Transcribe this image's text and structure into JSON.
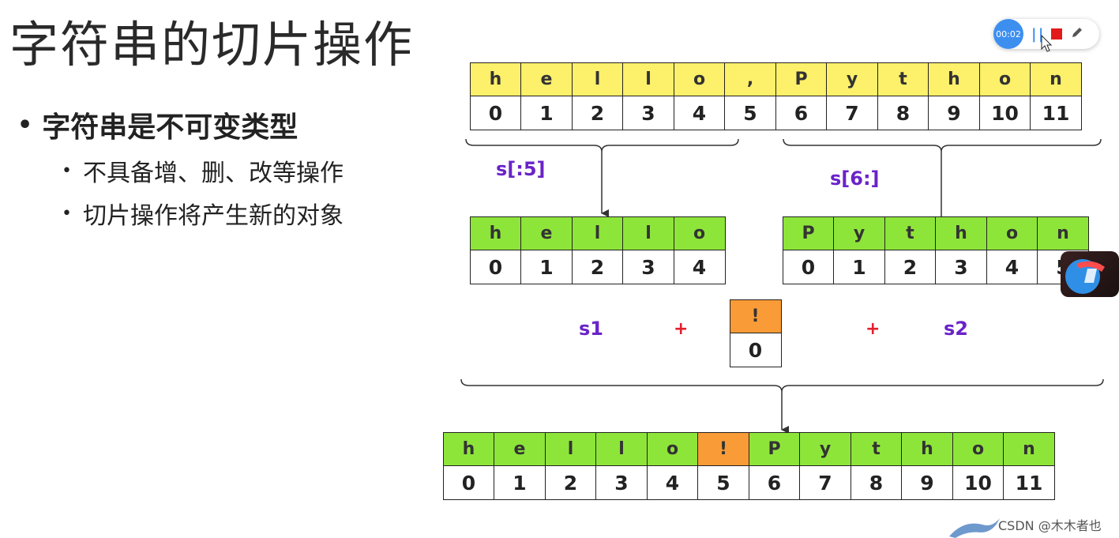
{
  "title": "字符串的切片操作",
  "bullets": {
    "main": "字符串是不可变类型",
    "sub": [
      "不具备增、删、改等操作",
      "切片操作将产生新的对象"
    ]
  },
  "diagram": {
    "top": {
      "chars": [
        "h",
        "e",
        "l",
        "l",
        "o",
        ",",
        "P",
        "y",
        "t",
        "h",
        "o",
        "n"
      ],
      "indices": [
        "0",
        "1",
        "2",
        "3",
        "4",
        "5",
        "6",
        "7",
        "8",
        "9",
        "10",
        "11"
      ]
    },
    "slice_left_label": "s[:5]",
    "slice_right_label": "s[6:]",
    "left": {
      "chars": [
        "h",
        "e",
        "l",
        "l",
        "o"
      ],
      "indices": [
        "0",
        "1",
        "2",
        "3",
        "4"
      ]
    },
    "right": {
      "chars": [
        "P",
        "y",
        "t",
        "h",
        "o",
        "n"
      ],
      "indices": [
        "0",
        "1",
        "2",
        "3",
        "4",
        "5"
      ]
    },
    "s1_label": "s1",
    "plus1": "+",
    "bang": {
      "char": "!",
      "index": "0"
    },
    "plus2": "+",
    "s2_label": "s2",
    "result": {
      "chars": [
        "h",
        "e",
        "l",
        "l",
        "o",
        "!",
        "P",
        "y",
        "t",
        "h",
        "o",
        "n"
      ],
      "indices": [
        "0",
        "1",
        "2",
        "3",
        "4",
        "5",
        "6",
        "7",
        "8",
        "9",
        "10",
        "11"
      ]
    }
  },
  "recorder": {
    "time": "00:02",
    "pause_icon": "pause-icon",
    "stop_icon": "stop-icon",
    "pen_icon": "pen-icon"
  },
  "watermark": "CSDN @木木者也",
  "colors": {
    "yellow": "#fdf06a",
    "green": "#8ee53a",
    "orange": "#f99b36",
    "purple": "#6a23c8",
    "red": "#e31e2b",
    "recorder_blue": "#3d8fef"
  }
}
